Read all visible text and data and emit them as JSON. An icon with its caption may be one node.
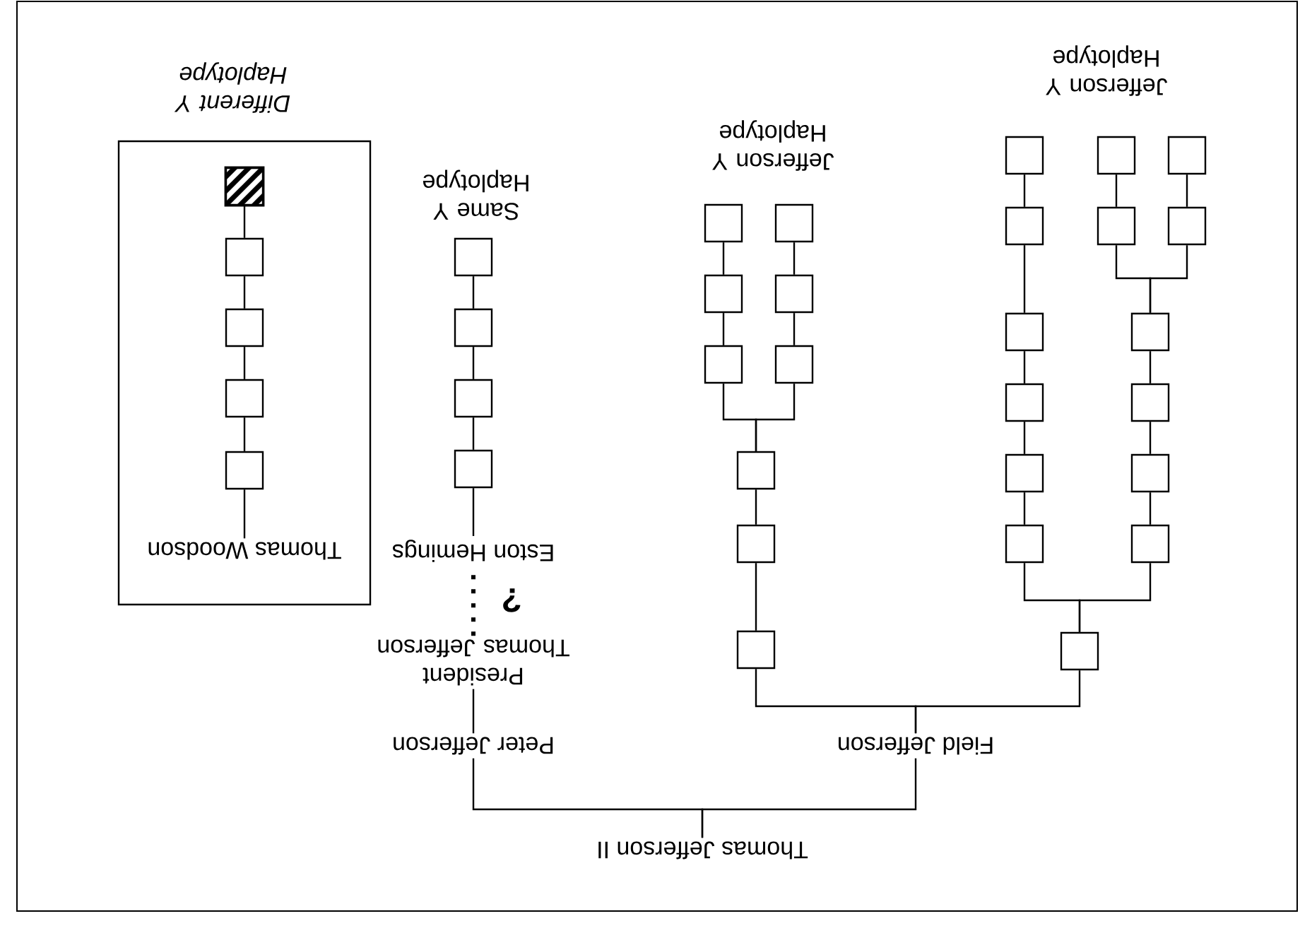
{
  "diagram": {
    "nodes": [
      {
        "text": [
          "Thomas Jefferson II"
        ]
      },
      {
        "text": [
          "Field Jefferson"
        ]
      },
      {
        "text": [
          "Peter Jefferson"
        ]
      },
      {
        "text": [
          "President Thomas Jefferson"
        ]
      },
      {
        "text": [
          "Eston Hemings"
        ]
      },
      {
        "text": [
          "Different Y Haplotype"
        ]
      },
      {
        "text": [
          "Thomas Woodson"
        ],
        "in": 5
      },
      {
        "text": [],
        "shape": "box"
      },
      {
        "text": [],
        "shape": "box"
      },
      {
        "text": [],
        "shape": "box"
      },
      {
        "text": [],
        "shape": "box"
      },
      {
        "text": [],
        "shape": "box"
      },
      {
        "text": [],
        "shape": "box"
      },
      {
        "text": [],
        "shape": "box"
      },
      {
        "text": [],
        "shape": "box"
      },
      {
        "text": [],
        "shape": "box"
      },
      {
        "text": [],
        "shape": "box"
      },
      {
        "text": [],
        "shape": "box"
      },
      {
        "text": [],
        "shape": "box"
      },
      {
        "text": [],
        "shape": "box"
      },
      {
        "text": [],
        "shape": "box"
      },
      {
        "text": [],
        "shape": "box"
      },
      {
        "text": [],
        "shape": "box"
      },
      {
        "text": [],
        "shape": "box"
      },
      {
        "text": [],
        "shape": "box"
      },
      {
        "text": [],
        "shape": "box"
      },
      {
        "text": [],
        "shape": "box"
      },
      {
        "text": [],
        "shape": "box"
      },
      {
        "text": [],
        "shape": "box"
      },
      {
        "text": [],
        "shape": "box"
      },
      {
        "text": [],
        "shape": "box"
      },
      {
        "text": [],
        "shape": "box"
      },
      {
        "text": [],
        "shape": "box"
      },
      {
        "text": [],
        "shape": "box"
      },
      {
        "text": [],
        "shape": "box"
      },
      {
        "text": [],
        "shape": "box",
        "in": 5
      },
      {
        "text": [],
        "shape": "box",
        "in": 5
      },
      {
        "text": [],
        "shape": "box",
        "in": 5
      },
      {
        "text": [],
        "shape": "box",
        "in": 5
      },
      {
        "text": [],
        "shape": "box",
        "in": 5
      }
    ],
    "edges": [
      {
        "from": 0,
        "to": 1,
        "arrow": "none"
      },
      {
        "from": 0,
        "to": 2,
        "arrow": "none"
      },
      {
        "from": 2,
        "to": 3,
        "arrow": "none"
      },
      {
        "from": 3,
        "to": 4,
        "arrow": "none",
        "style": "dashed"
      },
      {
        "from": 1,
        "to": 7,
        "arrow": "none"
      },
      {
        "from": 1,
        "to": 8,
        "arrow": "none"
      },
      {
        "from": 4,
        "to": 31,
        "arrow": "none"
      },
      {
        "from": 31,
        "to": 32,
        "arrow": "none"
      },
      {
        "from": 32,
        "to": 33,
        "arrow": "none"
      },
      {
        "from": 33,
        "to": 34,
        "arrow": "none"
      },
      {
        "from": 6,
        "to": 39,
        "arrow": "none"
      },
      {
        "from": 39,
        "to": 38,
        "arrow": "none"
      },
      {
        "from": 38,
        "to": 37,
        "arrow": "none"
      },
      {
        "from": 37,
        "to": 36,
        "arrow": "none"
      },
      {
        "from": 36,
        "to": 35,
        "arrow": "none"
      },
      {
        "from": 7,
        "to": 9,
        "arrow": "none"
      },
      {
        "from": 7,
        "to": 17,
        "arrow": "none"
      },
      {
        "from": 9,
        "to": 10,
        "arrow": "none"
      },
      {
        "from": 10,
        "to": 11,
        "arrow": "none"
      },
      {
        "from": 11,
        "to": 12,
        "arrow": "none"
      },
      {
        "from": 12,
        "to": 13,
        "arrow": "none"
      },
      {
        "from": 12,
        "to": 15,
        "arrow": "none"
      },
      {
        "from": 13,
        "to": 14,
        "arrow": "none"
      },
      {
        "from": 15,
        "to": 16,
        "arrow": "none"
      },
      {
        "from": 17,
        "to": 18,
        "arrow": "none"
      },
      {
        "from": 18,
        "to": 19,
        "arrow": "none"
      },
      {
        "from": 19,
        "to": 20,
        "arrow": "none"
      },
      {
        "from": 20,
        "to": 21,
        "arrow": "none"
      },
      {
        "from": 21,
        "to": 22,
        "arrow": "none"
      },
      {
        "from": 8,
        "to": 23,
        "arrow": "none"
      },
      {
        "from": 23,
        "to": 24,
        "arrow": "none"
      },
      {
        "from": 24,
        "to": 25,
        "arrow": "none"
      },
      {
        "from": 24,
        "to": 28,
        "arrow": "none"
      },
      {
        "from": 25,
        "to": 26,
        "arrow": "none"
      },
      {
        "from": 26,
        "to": 27,
        "arrow": "none"
      },
      {
        "from": 28,
        "to": 29,
        "arrow": "none"
      },
      {
        "from": 29,
        "to": 30,
        "arrow": "none"
      }
    ],
    "labels": [
      "Jefferson Y Haplotype",
      "Jefferson Y Haplotype",
      "Same Y Haplotype",
      "?"
    ]
  }
}
